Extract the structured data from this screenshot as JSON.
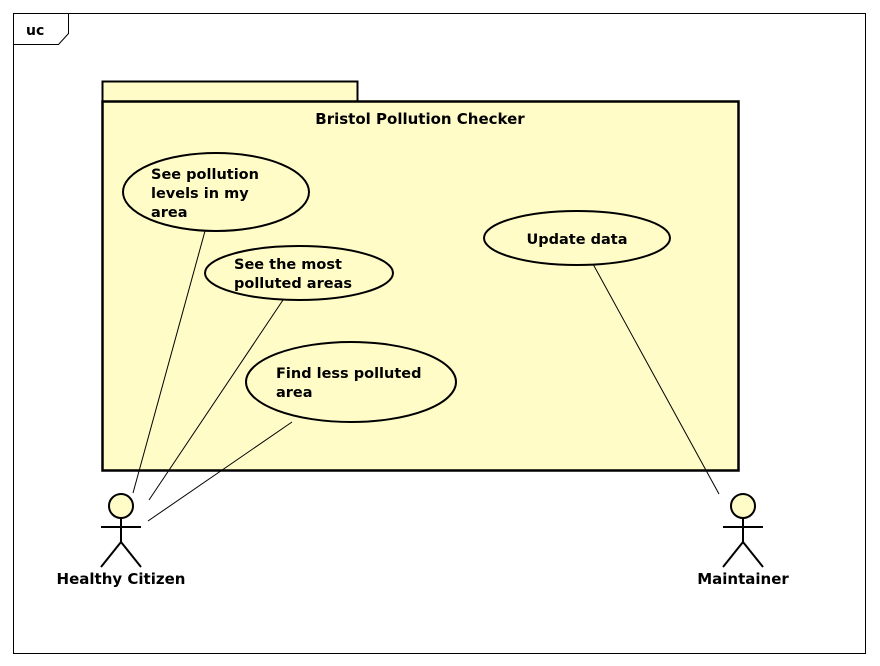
{
  "frame": {
    "label": "uc"
  },
  "package": {
    "title": "Bristol Pollution Checker",
    "fill": "#fffcc8"
  },
  "use_cases": [
    {
      "id": "see-pollution-levels",
      "lines": [
        "See pollution",
        "levels in my",
        "area"
      ]
    },
    {
      "id": "see-most-polluted",
      "lines": [
        "See the most",
        "polluted areas"
      ]
    },
    {
      "id": "find-less-polluted",
      "lines": [
        "Find less polluted",
        "area"
      ]
    },
    {
      "id": "update-data",
      "lines": [
        "Update data"
      ]
    }
  ],
  "actors": [
    {
      "id": "healthy-citizen",
      "name": "Healthy Citizen"
    },
    {
      "id": "maintainer",
      "name": "Maintainer"
    }
  ],
  "associations": [
    {
      "from": "healthy-citizen",
      "to": "see-pollution-levels"
    },
    {
      "from": "healthy-citizen",
      "to": "see-most-polluted"
    },
    {
      "from": "healthy-citizen",
      "to": "find-less-polluted"
    },
    {
      "from": "maintainer",
      "to": "update-data"
    }
  ]
}
